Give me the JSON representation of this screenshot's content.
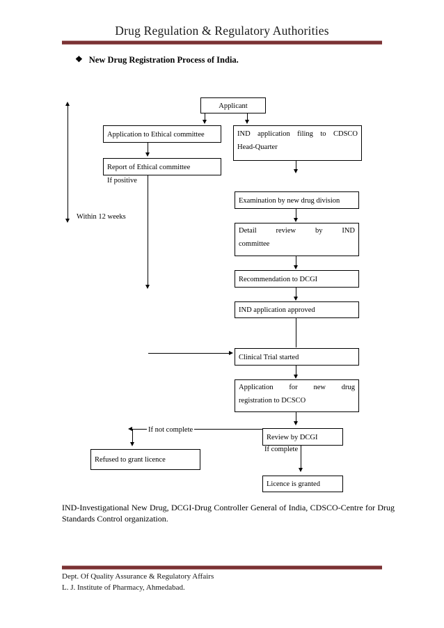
{
  "document": {
    "title": "Drug Regulation & Regulatory Authorities",
    "bullet_glyph": "❖",
    "heading": "New Drug Registration Process of India.",
    "rule_color": "#7b3234"
  },
  "flowchart": {
    "nodes": {
      "applicant": "Applicant",
      "application_ethical": "Application to Ethical committee",
      "report_ethical": "Report of Ethical committee",
      "ind_filing_l1": "IND  application  filing  to  CDSCO",
      "ind_filing_l2": "Head-Quarter",
      "examination": "Examination by new drug division",
      "detail_review_l1": "Detail       review       by       IND",
      "detail_review_l2": "committee",
      "recommendation": "Recommendation to DCGI",
      "ind_approved": "IND application approved",
      "clinical_trial": "Clinical Trial started",
      "application_new_drug_l1": "Application      for      new      drug",
      "application_new_drug_l2": "registration to DCSCO",
      "review_dcgi": "Review by DCGI",
      "refused": "Refused to grant licence",
      "licence_granted": "Licence is granted"
    },
    "labels": {
      "if_positive": "If positive",
      "within_12_weeks": "Within 12 weeks",
      "if_not_complete": "If            not            complete",
      "if_complete": "If complete"
    }
  },
  "caption": "IND-Investigational New Drug, DCGI-Drug Controller General of India, CDSCO-Centre for Drug Standards Control organization.",
  "footer": {
    "line1": "Dept. Of Quality Assurance & Regulatory Affairs",
    "line2": "L. J. Institute of Pharmacy, Ahmedabad."
  }
}
